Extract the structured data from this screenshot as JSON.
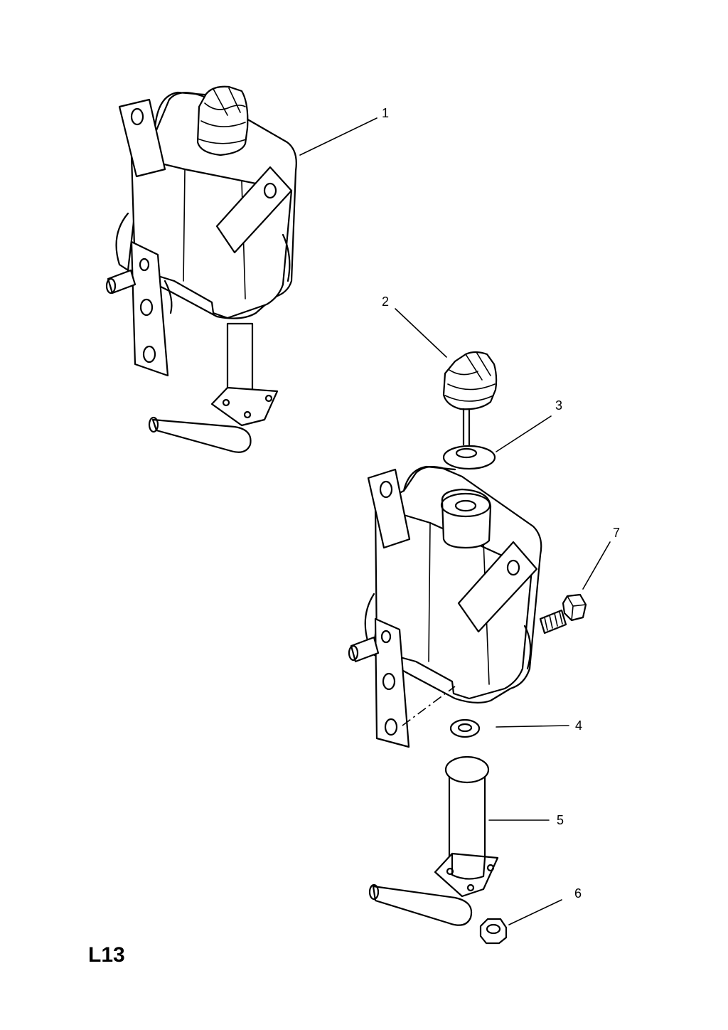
{
  "diagram": {
    "code": "L13",
    "callouts": [
      "1",
      "2",
      "3",
      "4",
      "5",
      "6",
      "7"
    ]
  }
}
